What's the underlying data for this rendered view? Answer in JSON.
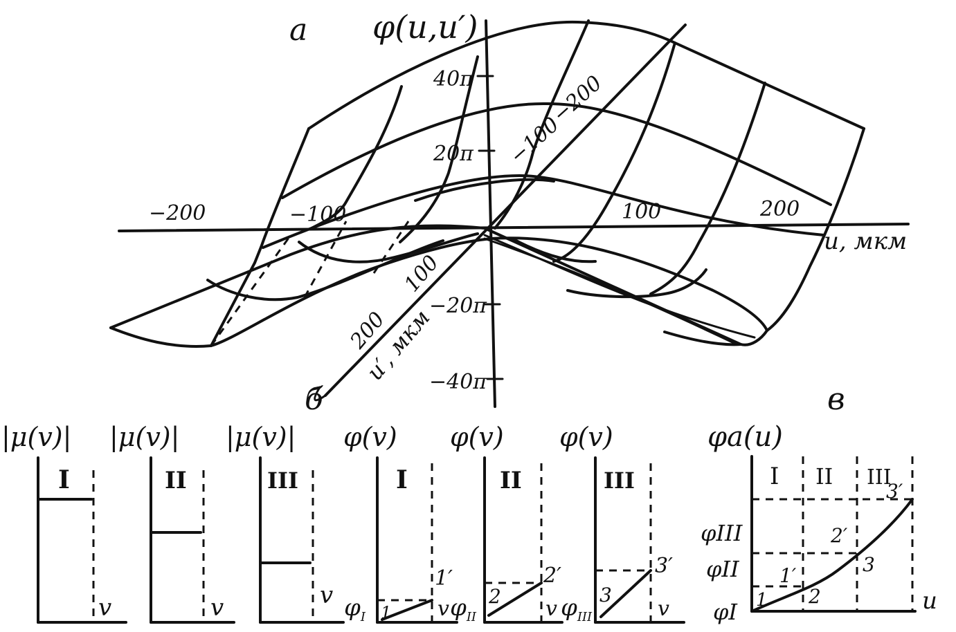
{
  "panel_a": {
    "tag": "a",
    "z_label": "φ(u,u′)",
    "x_label": "u, мкм",
    "y_label": "u′, мкм",
    "x_ticks": [
      "−200",
      "−100",
      "100",
      "200"
    ],
    "y_ticks_back": [
      "−100",
      "−200"
    ],
    "y_ticks_front": [
      "100",
      "200"
    ],
    "z_ticks": [
      "40π",
      "20π",
      "−20π",
      "−40π"
    ]
  },
  "panel_b": {
    "tag": "б",
    "blocks": [
      {
        "ylabel": "|μ(v)|",
        "roman": "I",
        "xlabel": "v"
      },
      {
        "ylabel": "|μ(v)|",
        "roman": "II",
        "xlabel": "v"
      },
      {
        "ylabel": "|μ(v)|",
        "roman": "III",
        "xlabel": "v"
      },
      {
        "ylabel": "φ(v)",
        "roman": "I",
        "xlabel": "v",
        "phi": "φ",
        "phi_sub": "I",
        "pt": "1",
        "pt_prime": "1′"
      },
      {
        "ylabel": "φ(v)",
        "roman": "II",
        "xlabel": "v",
        "phi": "φ",
        "phi_sub": "II",
        "pt": "2",
        "pt_prime": "2′"
      },
      {
        "ylabel": "φ(v)",
        "roman": "III",
        "xlabel": "v",
        "phi": "φ",
        "phi_sub": "III",
        "pt": "3",
        "pt_prime": "3′"
      }
    ]
  },
  "panel_c": {
    "tag": "в",
    "ylabel": "φa(u)",
    "xlabel": "u",
    "regions": [
      "I",
      "II",
      "III"
    ],
    "levels": [
      "φI",
      "φII",
      "φIII"
    ],
    "points": [
      "1",
      "1′",
      "2",
      "2′",
      "3",
      "3′"
    ]
  }
}
